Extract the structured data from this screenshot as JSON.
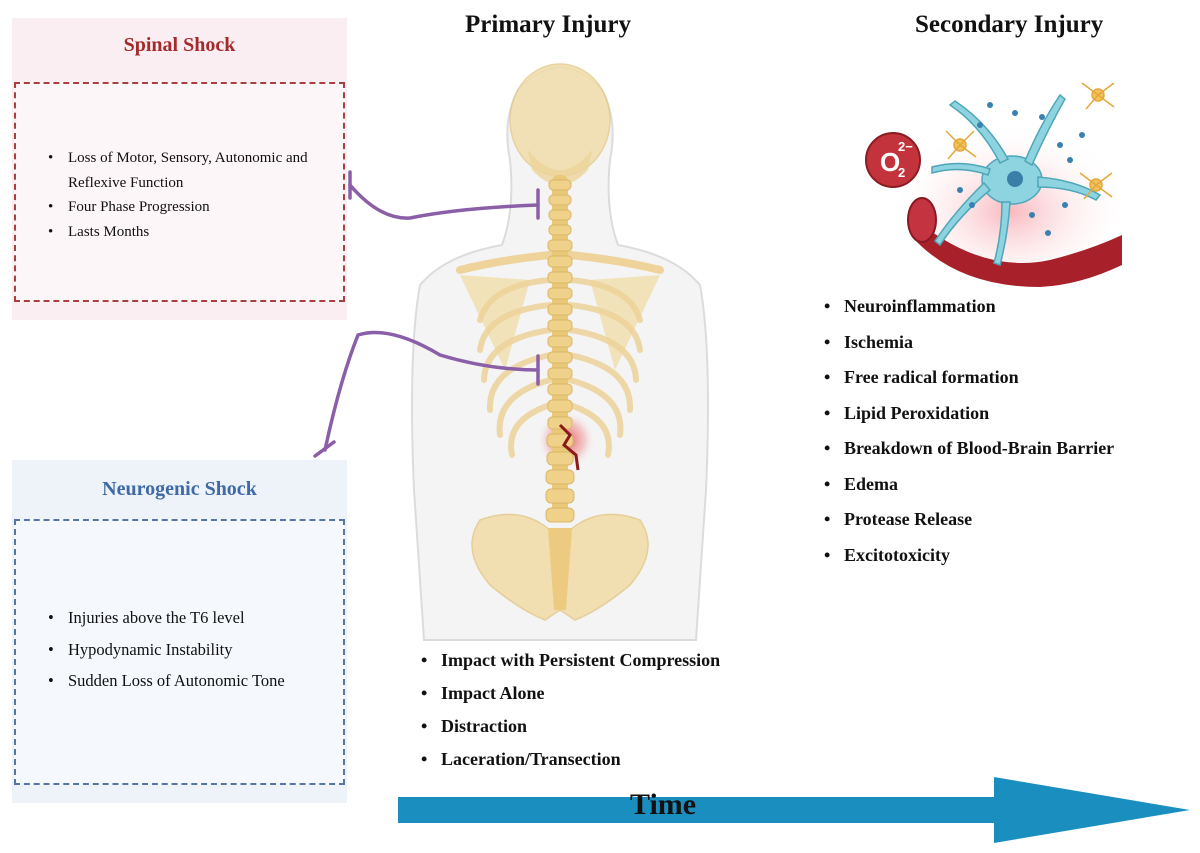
{
  "headings": {
    "primary": "Primary Injury",
    "secondary": "Secondary Injury"
  },
  "spinal_shock": {
    "title": "Spinal Shock",
    "items": [
      "Loss of  Motor, Sensory, Autonomic and Reflexive Function",
      "Four Phase Progression",
      "Lasts Months"
    ]
  },
  "neurogenic_shock": {
    "title": "Neurogenic Shock",
    "items": [
      "Injuries above the T6 level",
      "Hypodynamic Instability",
      "Sudden Loss of Autonomic Tone"
    ]
  },
  "primary_injury": {
    "items": [
      "Impact with Persistent Compression",
      "Impact Alone",
      "Distraction",
      "Laceration/Transection"
    ]
  },
  "secondary_injury": {
    "oxygen_symbol": "O",
    "oxygen_subscript": "2",
    "oxygen_superscript": "2−",
    "items": [
      "Neuroinflammation",
      "Ischemia",
      "Free radical formation",
      "Lipid Peroxidation",
      "Breakdown of Blood-Brain Barrier",
      "Edema",
      "Protease Release",
      "Excitotoxicity"
    ]
  },
  "timeline": {
    "label": "Time"
  },
  "colors": {
    "spinal_title": "#a32b2b",
    "spinal_bg": "#fbeef2",
    "spinal_border": "#a84040",
    "neuro_title": "#3f6aa6",
    "neuro_bg": "#eef3fa",
    "neuro_border": "#5577a8",
    "connector": "#8a5fa8",
    "arrow": "#1b8ec0",
    "bone": "#f1dca6",
    "body_outline": "#dcdcdc"
  }
}
